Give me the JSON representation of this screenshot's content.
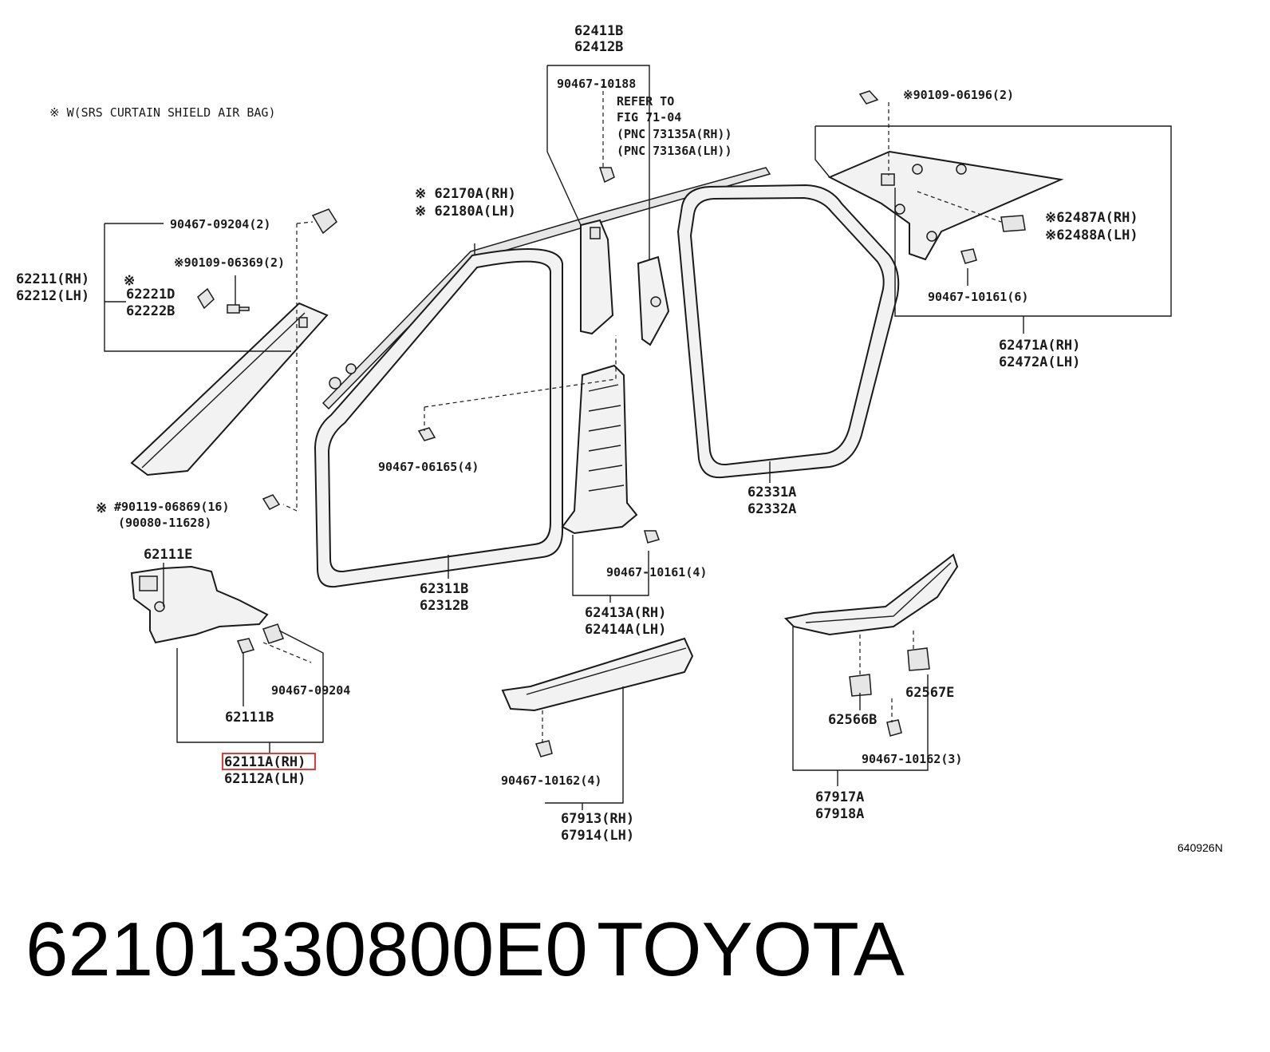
{
  "diagram": {
    "note": "※ W(SRS CURTAIN SHIELD AIR BAG)",
    "figure_code": "640926N",
    "refer_note": [
      "REFER TO",
      "FIG 71-04",
      "(PNC 73135A(RH))",
      "(PNC 73136A(LH))"
    ],
    "labels": {
      "l62411B": "62411B",
      "l62412B": "62412B",
      "l90467_10188": "90467-10188",
      "l90109_06196": "※90109-06196(2)",
      "l62170A": "※ 62170A(RH)",
      "l62180A": "※ 62180A(LH)",
      "l90467_09204_2": "90467-09204(2)",
      "l90109_06369": "※90109-06369(2)",
      "l62211": "62211(RH)",
      "l62212": "62212(LH)",
      "lmark": "※",
      "l62221D": "62221D",
      "l62222B": "62222B",
      "l62487A": "※62487A(RH)",
      "l62488A": "※62488A(LH)",
      "l90467_10161_6": "90467-10161(6)",
      "l62471A": "62471A(RH)",
      "l62472A": "62472A(LH)",
      "l90467_06165": "90467-06165(4)",
      "l62331A": "62331A",
      "l62332A": "62332A",
      "l90119_06869": "#90119-06869(16)",
      "l90080_11628": "(90080-11628)",
      "lmark2": "※",
      "l62111E": "62111E",
      "l62311B": "62311B",
      "l62312B": "62312B",
      "l90467_10161_4": "90467-10161(4)",
      "l62413A": "62413A(RH)",
      "l62414A": "62414A(LH)",
      "l90467_09204": "90467-09204",
      "l62111B": "62111B",
      "l62567E": "62567E",
      "l62566B": "62566B",
      "l90467_10162_3": "90467-10162(3)",
      "l62111A": "62111A(RH)",
      "l62112A": "62112A(LH)",
      "l90467_10162_4": "90467-10162(4)",
      "l67917A": "67917A",
      "l67918A": "67918A",
      "l67913": "67913(RH)",
      "l67914": "67914(LH)"
    }
  },
  "caption": {
    "part_number": "62101330800E0",
    "brand": "TOYOTA"
  },
  "colors": {
    "highlight": "#e23b3b",
    "ink": "#1a1a1a"
  }
}
